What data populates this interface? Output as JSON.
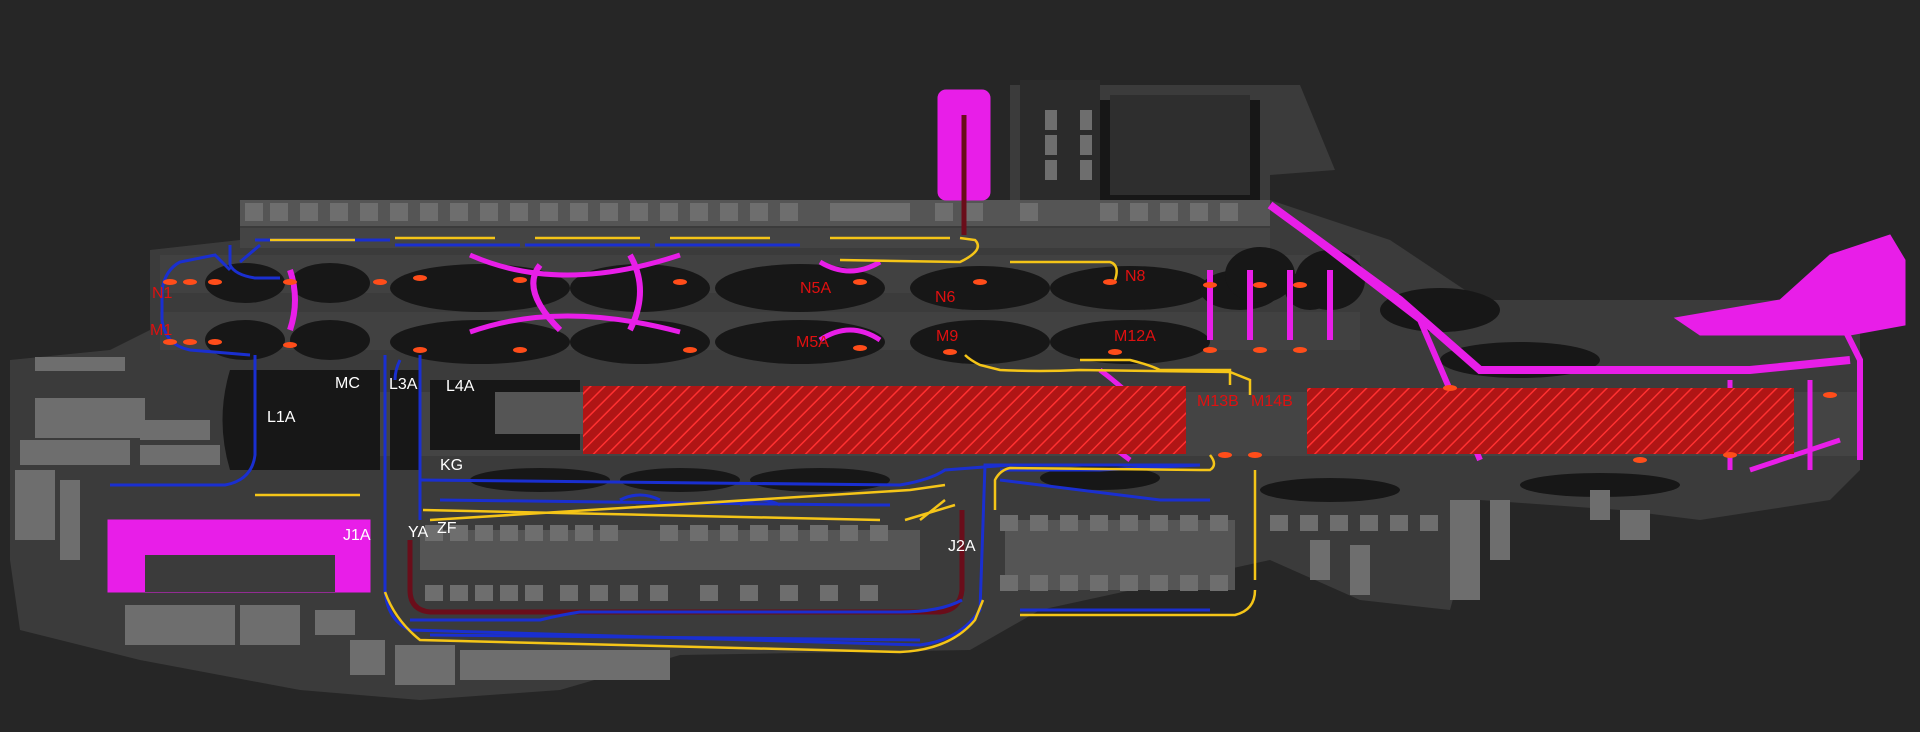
{
  "colors": {
    "background": "#262626",
    "apron": "#3b3b3b",
    "grass": "#171717",
    "building": "#6e6e6e",
    "magenta": "#e81ee8",
    "blue_route": "#1a2fd0",
    "yellow_route": "#f5c518",
    "closed_hatch": "#d01818",
    "dark_red_route": "#6a0d1a",
    "stop_bar": "#ff4d1a",
    "label_white": "#ffffff",
    "label_red": "#e01010"
  },
  "labels": {
    "white": {
      "L1A": "L1A",
      "MC": "MC",
      "L3A": "L3A",
      "L4A": "L4A",
      "KG": "KG",
      "J1A": "J1A",
      "YA": "YA",
      "ZF": "ZF",
      "J2A": "J2A"
    },
    "red": {
      "N1": "N1",
      "M1": "M1",
      "N5A": "N5A",
      "N6": "N6",
      "N8": "N8",
      "M5A": "M5A",
      "M9": "M9",
      "M12A": "M12A",
      "M13B": "M13B",
      "M14B": "M14B"
    }
  }
}
